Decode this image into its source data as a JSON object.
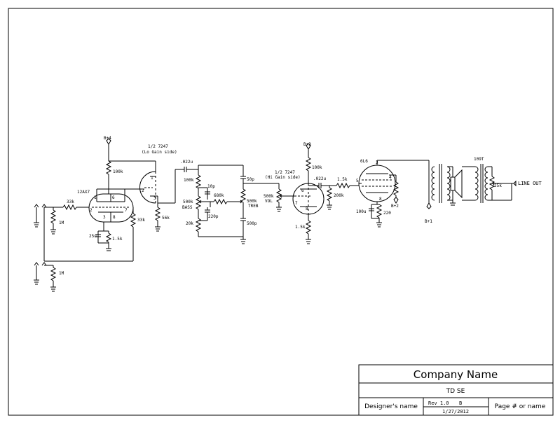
{
  "schematic": {
    "supply": {
      "b4": "B+4",
      "b3": "B+3",
      "b2": "B+2",
      "b1": "B+1"
    },
    "tubes": {
      "v1": "12AX7",
      "v2_title": "1/2 7247",
      "v2_sub": "(Lo Gain side)",
      "v3_title": "1/2 7247",
      "v3_sub": "(Hi Gain side)",
      "v4": "6L6"
    },
    "pins": {
      "p1": "1",
      "p6": "6",
      "p2": "2",
      "p7": "7",
      "p3": "3",
      "p8": "8",
      "p2b": "2",
      "p1b": "1",
      "p3b": "3",
      "p6b": "6",
      "p7b": "7",
      "p8b": "8",
      "p3c": "3",
      "p5c": "5",
      "p4c": "4",
      "p8c": "8"
    },
    "components": {
      "r_100k_a": "100k",
      "r_33k_in": "33k",
      "r_1m_a": "1M",
      "r_1m_b": "1M",
      "r_33k_v": "33k",
      "c_25u": "25u",
      "r_1_5k_a": "1.5k",
      "r_56k": "56k",
      "c_022u_a": ".022u",
      "r_100k_b": "100k",
      "c_10p": "10p",
      "r_680k": "680k",
      "pot_bass": "500k",
      "lbl_bass": "BASS",
      "c_220p": "220p",
      "r_20k": "20k",
      "c_50p": "50p",
      "pot_treb": "500k",
      "lbl_treb": "TREB",
      "c_500p": "500p",
      "pot_vol": "500k",
      "lbl_vol": "VOL",
      "r_100k_c": "100k",
      "c_022u_b": ".022u",
      "r_200k": "200k",
      "r_1_5k_b": "1.5k",
      "r_1_5k_c": "1.5k",
      "c_100u": "100u",
      "r_220": "220",
      "xfmr": "109T",
      "pot_25k": "25k",
      "line_out": "LINE OUT"
    }
  },
  "title_block": {
    "company": "Company Name",
    "title": "TD SE",
    "designer": "Designer's name",
    "rev": "Rev 1.0",
    "rev_letter": "B",
    "date": "1/27/2012",
    "page": "Page # or name"
  }
}
